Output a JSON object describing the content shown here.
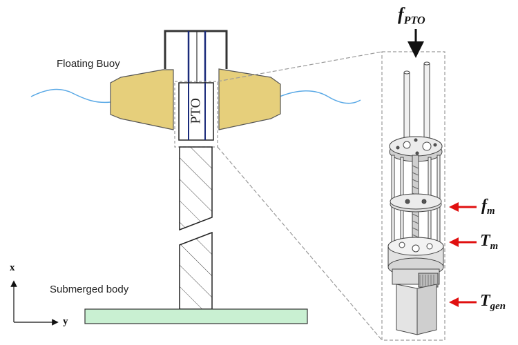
{
  "labels": {
    "floating_buoy": "Floating Buoy",
    "submerged_body": "Submerged body",
    "pto": "PTO",
    "axis_x": "x",
    "axis_y": "y"
  },
  "forces": {
    "f_pto": {
      "main": "f",
      "sub": "PTO"
    },
    "f_m": {
      "main": "f",
      "sub": "m"
    },
    "T_m": {
      "main": "T",
      "sub": "m"
    },
    "T_gen": {
      "main": "T",
      "sub": "gen"
    }
  },
  "colors": {
    "buoy_fill": "#e6cf7b",
    "buoy_stroke": "#555555",
    "water": "#5aa9e6",
    "submerged_fill": "#c9f0d2",
    "arrow_red": "#e01010",
    "frame": "#333333",
    "rod": "#1a2a7a",
    "dashed": "#9a9a9a"
  }
}
